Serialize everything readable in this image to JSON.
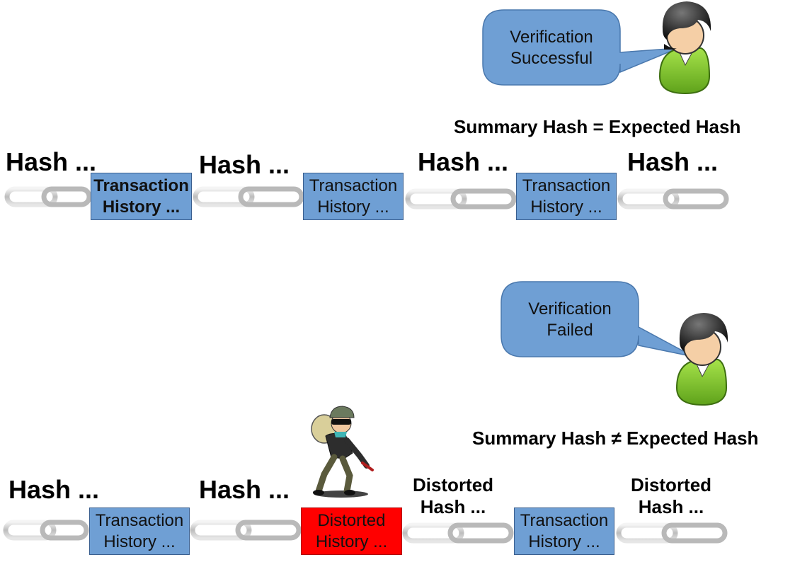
{
  "colors": {
    "block_blue": "#6f9fd4",
    "block_red": "#ff0000",
    "bubble_blue": "#6f9fd4",
    "chain_grey": "#c8c8c8",
    "person_green": "#7ed321"
  },
  "top": {
    "bubble": "Verification\nSuccessful",
    "summary": "Summary Hash = Expected Hash",
    "hashes": [
      "Hash ...",
      "Hash ...",
      "Hash ...",
      "Hash ..."
    ],
    "blocks": [
      "Transaction\nHistory ...",
      "Transaction\nHistory ...",
      "Transaction\nHistory ..."
    ]
  },
  "bottom": {
    "bubble": "Verification\nFailed",
    "summary": "Summary Hash ≠ Expected Hash",
    "hashes": [
      "Hash ...",
      "Hash ..."
    ],
    "distorted_hashes": [
      "Distorted\nHash ...",
      "Distorted\nHash ..."
    ],
    "blocks": [
      "Transaction\nHistory ...",
      "Distorted\nHistory ...",
      "Transaction\nHistory ..."
    ]
  },
  "icons": [
    "chain-link-icon",
    "user-icon",
    "thief-icon",
    "speech-bubble-icon"
  ]
}
